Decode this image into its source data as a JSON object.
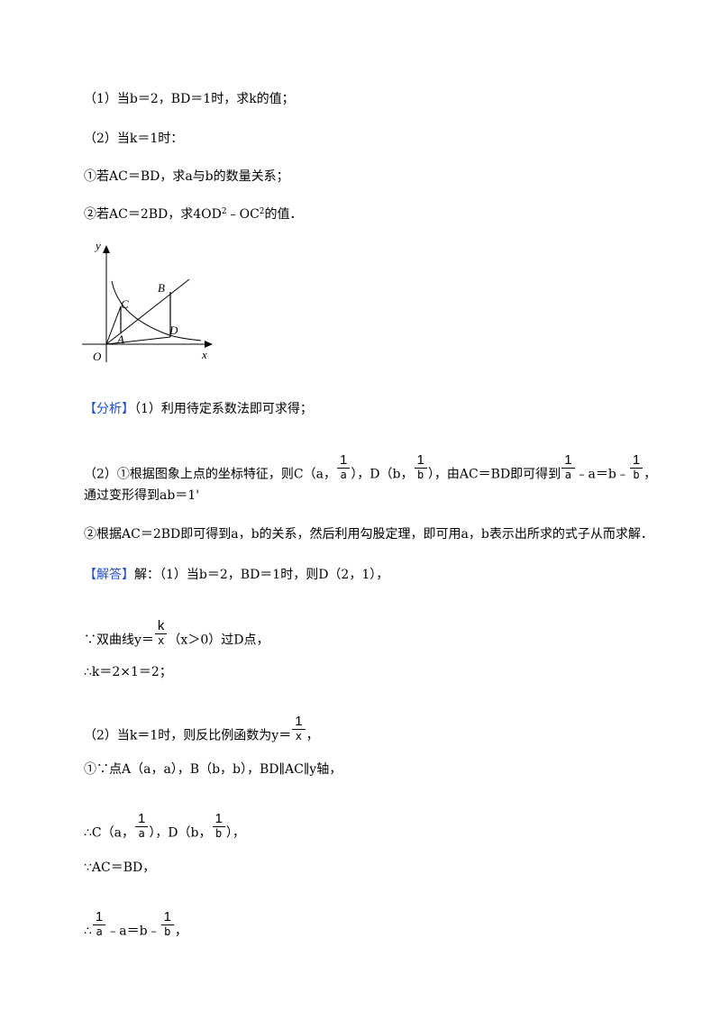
{
  "q1": "（1）当b＝2，BD＝1时，求k的值；",
  "q2": "（2）当k＝1时：",
  "q2a": "①若AC＝BD，求a与b的数量关系；",
  "q2b_pre": "②若AC＝2BD，求4OD",
  "q2b_sup1": "2",
  "q2b_mid": "﹣OC",
  "q2b_sup2": "2",
  "q2b_post": "的值．",
  "figure": {
    "labels": {
      "y": "y",
      "x": "x",
      "o": "O",
      "a": "A",
      "b": "B",
      "c": "C",
      "d": "D"
    }
  },
  "analysis": {
    "tag": "【分析】",
    "l1": "（1）利用待定系数法即可求得；",
    "l2_a": "（2）①根据图象上点的坐标特征，则C（a，",
    "l2_f1n": "1",
    "l2_f1d": "a",
    "l2_b": "），D（b，",
    "l2_f2n": "1",
    "l2_f2d": "b",
    "l2_c": "），由AC＝BD即可得到",
    "l2_f3n": "1",
    "l2_f3d": "a",
    "l2_d": "﹣a＝b﹣",
    "l2_f4n": "1",
    "l2_f4d": "b",
    "l2_e": "，",
    "l3": "通过变形得到ab＝1'",
    "l4": "②根据AC＝2BD即可得到a，b的关系，然后利用勾股定理，即可用a，b表示出所求的式子从而求解．"
  },
  "solution": {
    "tag": "【解答】",
    "l1": "解：（1）当b＝2，BD＝1时，则D（2，1），",
    "l2_a": "∵双曲线y＝",
    "l2_fn": "k",
    "l2_fd": "x",
    "l2_b": "（x＞0）过D点，",
    "l3": "∴k＝2×1＝2；",
    "l4_a": "（2）当k＝1时，则反比例函数为y＝",
    "l4_fn": "1",
    "l4_fd": "x",
    "l4_b": "，",
    "l5": "①∵点A（a，a），B（b，b），BD∥AC∥y轴，",
    "l6_a": "∴C（a，",
    "l6_fn": "1",
    "l6_fd": "a",
    "l6_b": "），D（b，",
    "l6_f2n": "1",
    "l6_f2d": "b",
    "l6_c": "），",
    "l7": "∵AC＝BD，",
    "l8_a": "∴",
    "l8_f1n": "1",
    "l8_f1d": "a",
    "l8_b": "﹣a＝b﹣",
    "l8_f2n": "1",
    "l8_f2d": "b",
    "l8_c": "，"
  }
}
